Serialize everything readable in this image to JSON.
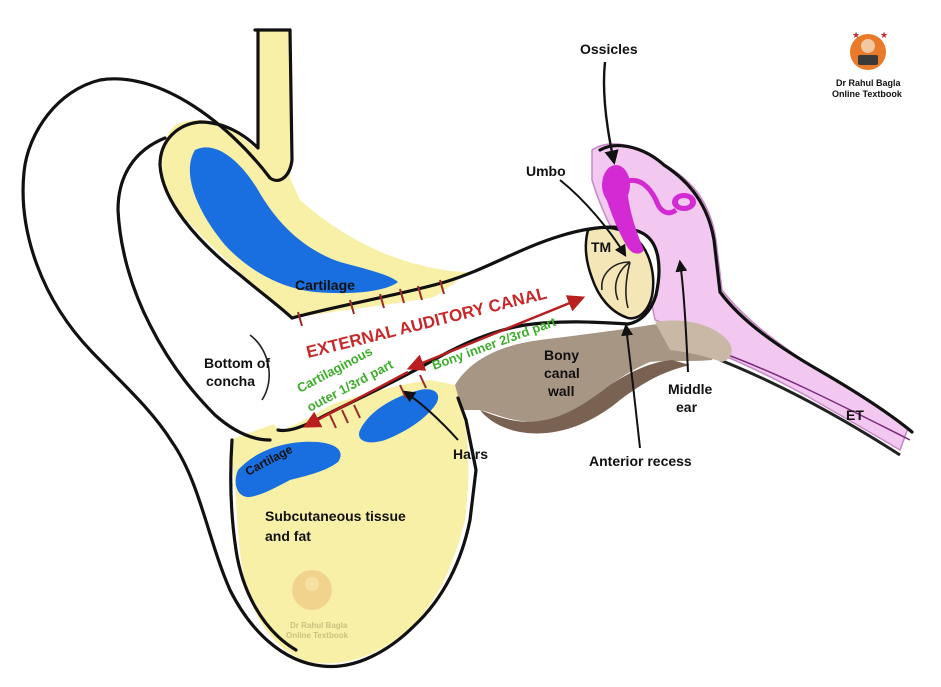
{
  "watermark": {
    "line1": "Dr Rahul Bagla",
    "line2": "Online Textbook"
  },
  "labels": {
    "ossicles": "Ossicles",
    "umbo": "Umbo",
    "tm": "TM",
    "cartilage_top": "Cartilage",
    "canal_title": "EXTERNAL AUDITORY CANAL",
    "bony_inner": "Bony inner 2/3rd part",
    "cartilaginous_l1": "Cartilaginous",
    "cartilaginous_l2": "outer 1/3rd part",
    "bottom_concha_l1": "Bottom of",
    "bottom_concha_l2": "concha",
    "bony_wall_l1": "Bony",
    "bony_wall_l2": "canal",
    "bony_wall_l3": "wall",
    "middle_ear_l1": "Middle",
    "middle_ear_l2": "ear",
    "et": "ET",
    "anterior_recess": "Anterior recess",
    "hairs": "Hairs",
    "cartilage_bottom": "Cartilage",
    "subcut_l1": "Subcutaneous tissue",
    "subcut_l2": "and fat"
  },
  "colors": {
    "cartilage_blue": "#1a6fe0",
    "tissue_yellow": "#f8f0a6",
    "middle_ear_pink": "#f2c8f0",
    "ossicle_magenta": "#d42ad4",
    "bone_brown": "#a89684",
    "bone_dark": "#7a6252",
    "tm_beige": "#f5e6b8",
    "arrow_red": "#b81f1f",
    "title_red": "#c8282a",
    "text_green": "#3eae2b"
  }
}
